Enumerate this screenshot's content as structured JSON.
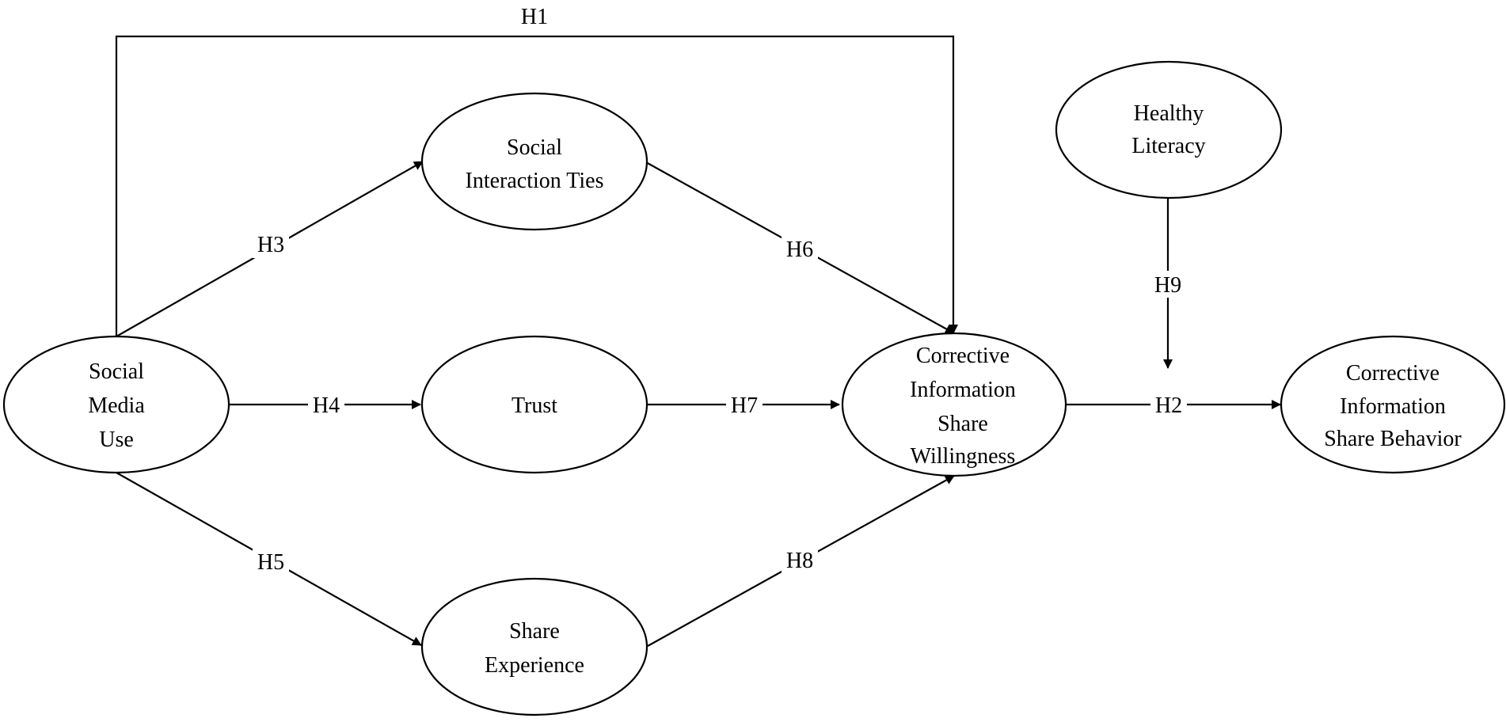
{
  "diagram": {
    "type": "path-model",
    "nodes": {
      "social_media_use": {
        "lines": [
          "Social",
          "Media",
          "Use"
        ]
      },
      "social_interaction_ties": {
        "lines": [
          "Social",
          "Interaction Ties"
        ]
      },
      "trust": {
        "lines": [
          "Trust"
        ]
      },
      "share_experience": {
        "lines": [
          "Share",
          "Experience"
        ]
      },
      "cisw": {
        "lines": [
          "Corrective",
          "Information",
          "Share",
          "Willingness"
        ]
      },
      "healthy_literacy": {
        "lines": [
          "Healthy",
          "Literacy"
        ]
      },
      "cisb": {
        "lines": [
          "Corrective",
          "Information",
          "Share Behavior"
        ]
      }
    },
    "edges": [
      {
        "label": "H1",
        "from": "Social Media Use",
        "to": "Corrective Information Share Willingness"
      },
      {
        "label": "H2",
        "from": "Corrective Information Share Willingness",
        "to": "Corrective Information Share Behavior"
      },
      {
        "label": "H3",
        "from": "Social Media Use",
        "to": "Social Interaction Ties"
      },
      {
        "label": "H4",
        "from": "Social Media Use",
        "to": "Trust"
      },
      {
        "label": "H5",
        "from": "Social Media Use",
        "to": "Share Experience"
      },
      {
        "label": "H6",
        "from": "Social Interaction Ties",
        "to": "Corrective Information Share Willingness"
      },
      {
        "label": "H7",
        "from": "Trust",
        "to": "Corrective Information Share Willingness"
      },
      {
        "label": "H8",
        "from": "Share Experience",
        "to": "Corrective Information Share Willingness"
      },
      {
        "label": "H9",
        "from": "Healthy Literacy",
        "to": "H2 path (moderator)"
      }
    ]
  }
}
